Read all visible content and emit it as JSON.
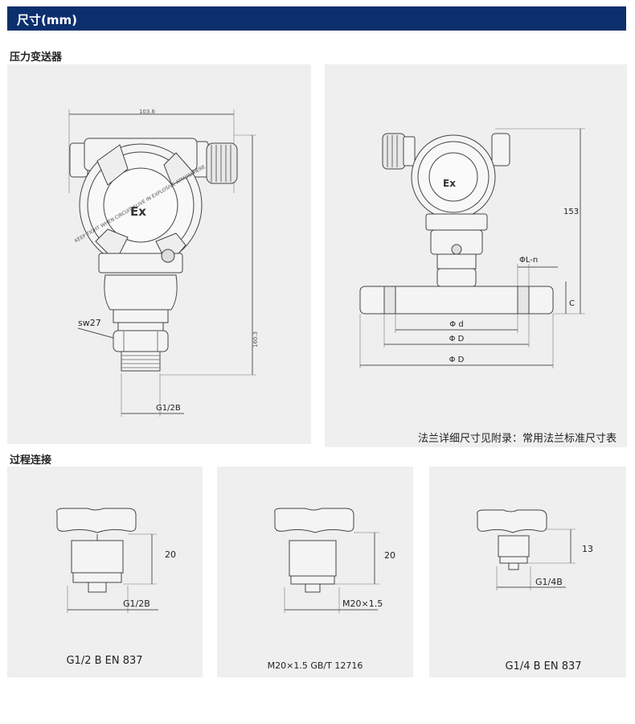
{
  "header": {
    "title": "尺寸(mm)"
  },
  "sections": {
    "transmitter_title": "压力变送器",
    "process_title": "过程连接"
  },
  "transmitter_front": {
    "width_dim": "103.6",
    "height_dim": "160.3",
    "wrench_label": "sw27",
    "thread_label": "G1/2B",
    "ex_mark": "Ex",
    "cover_text": "KEEP TIGHT WHEN CIRCUIT ALIVE IN EXPLOSIVE ATMOSPHERE"
  },
  "transmitter_flange": {
    "height_dim": "153",
    "hole_label": "ΦL-n",
    "c_label": "C",
    "d_small": "Φ d",
    "d_mid": "Φ D",
    "d_big": "Φ D",
    "ex_mark": "Ex",
    "note": "法兰详细尺寸见附录：常用法兰标准尺寸表"
  },
  "process_connections": [
    {
      "height_dim": "20",
      "thread_label": "G1/2B",
      "caption": "G1/2 B EN 837"
    },
    {
      "height_dim": "20",
      "thread_label": "M20×1.5",
      "caption": "M20×1.5 GB/T 12716"
    },
    {
      "height_dim": "13",
      "thread_label": "G1/4B",
      "caption": "G1/4 B EN 837"
    }
  ]
}
